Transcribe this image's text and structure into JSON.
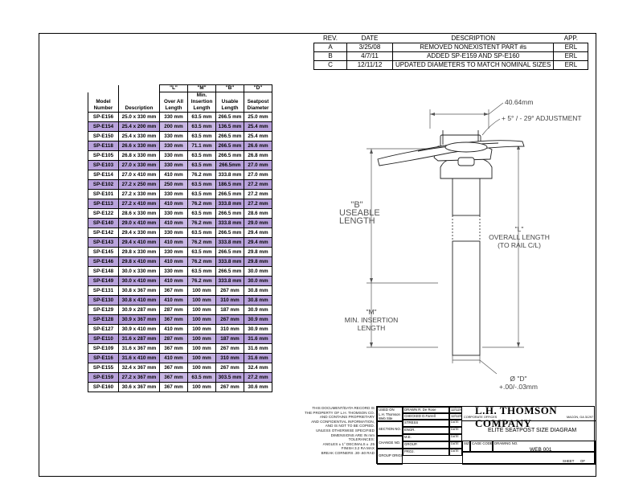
{
  "revisions": {
    "headers": [
      "REV.",
      "DATE",
      "DESCRIPTION",
      "APP."
    ],
    "rows": [
      [
        "A",
        "3/25/08",
        "REMOVED NONEXISTENT PART #s",
        "ERL"
      ],
      [
        "B",
        "4/7/11",
        "ADDED SP-E159 AND SP-E160",
        "ERL"
      ],
      [
        "C",
        "12/11/12",
        "UPDATED DIAMETERS TO MATCH NOMINAL SIZES",
        "ERL"
      ]
    ]
  },
  "size_table": {
    "letters": [
      "\"L\"",
      "\"M\"",
      "\"B\"",
      "\"D\""
    ],
    "headers": {
      "model": [
        "Model",
        "Number"
      ],
      "description": "Description",
      "overall": [
        "Over All",
        "Length"
      ],
      "insertion": [
        "Min.",
        "Insertion",
        "Length"
      ],
      "usable": [
        "Usable",
        "Length"
      ],
      "diameter": [
        "Seatpost",
        "Diameter"
      ]
    },
    "rows": [
      {
        "model": "SP-E156",
        "desc": "25.0 x 330 mm",
        "overall": "330 mm",
        "insertion": "63.5 mm",
        "usable": "266.5 mm",
        "diameter": "25.0 mm",
        "highlight": false
      },
      {
        "model": "SP-E154",
        "desc": "25.4 x 200 mm",
        "overall": "200 mm",
        "insertion": "63.5 mm",
        "usable": "136.5 mm",
        "diameter": "25.4 mm",
        "highlight": true
      },
      {
        "model": "SP-E150",
        "desc": "25.4 x 330 mm",
        "overall": "330 mm",
        "insertion": "63.5 mm",
        "usable": "266.5 mm",
        "diameter": "25.4 mm",
        "highlight": false
      },
      {
        "model": "SP-E118",
        "desc": "26.6 x 330 mm",
        "overall": "330 mm",
        "insertion": "71.1 mm",
        "usable": "266.5 mm",
        "diameter": "26.6 mm",
        "highlight": true
      },
      {
        "model": "SP-E105",
        "desc": "26.8 x 330 mm",
        "overall": "330 mm",
        "insertion": "63.5 mm",
        "usable": "266.5 mm",
        "diameter": "26.8 mm",
        "highlight": false
      },
      {
        "model": "SP-E103",
        "desc": "27.0 x 330 mm",
        "overall": "330 mm",
        "insertion": "63.5 mm",
        "usable": "266.5mm",
        "diameter": "27.0 mm",
        "highlight": true
      },
      {
        "model": "SP-E114",
        "desc": "27.0 x 410 mm",
        "overall": "410 mm",
        "insertion": "76.2 mm",
        "usable": "333.8 mm",
        "diameter": "27.0 mm",
        "highlight": false
      },
      {
        "model": "SP-E102",
        "desc": "27.2 x 250 mm",
        "overall": "250 mm",
        "insertion": "63.5 mm",
        "usable": "186.5 mm",
        "diameter": "27.2 mm",
        "highlight": true
      },
      {
        "model": "SP-E101",
        "desc": "27.2 x 330 mm",
        "overall": "330 mm",
        "insertion": "63.5 mm",
        "usable": "266.5 mm",
        "diameter": "27.2 mm",
        "highlight": false
      },
      {
        "model": "SP-E113",
        "desc": "27.2 x 410 mm",
        "overall": "410 mm",
        "insertion": "76.2 mm",
        "usable": "333.8 mm",
        "diameter": "27.2 mm",
        "highlight": true
      },
      {
        "model": "SP-E122",
        "desc": "28.6 x 330 mm",
        "overall": "330 mm",
        "insertion": "63.5 mm",
        "usable": "266.5 mm",
        "diameter": "28.6 mm",
        "highlight": false
      },
      {
        "model": "SP-E140",
        "desc": "29.0 x 410 mm",
        "overall": "410 mm",
        "insertion": "76.2 mm",
        "usable": "333.8 mm",
        "diameter": "29.0 mm",
        "highlight": true
      },
      {
        "model": "SP-E142",
        "desc": "29.4 x 330 mm",
        "overall": "330 mm",
        "insertion": "63.5 mm",
        "usable": "266.5 mm",
        "diameter": "29.4 mm",
        "highlight": false
      },
      {
        "model": "SP-E143",
        "desc": "29.4 x 410 mm",
        "overall": "410 mm",
        "insertion": "76.2 mm",
        "usable": "333.8 mm",
        "diameter": "29.4 mm",
        "highlight": true
      },
      {
        "model": "SP-E145",
        "desc": "29.8 x 330 mm",
        "overall": "330 mm",
        "insertion": "63.5 mm",
        "usable": "266.5 mm",
        "diameter": "29.8 mm",
        "highlight": false
      },
      {
        "model": "SP-E146",
        "desc": "29.8 x 410 mm",
        "overall": "410 mm",
        "insertion": "76.2 mm",
        "usable": "333.8 mm",
        "diameter": "29.8 mm",
        "highlight": true
      },
      {
        "model": "SP-E148",
        "desc": "30.0 x 330 mm",
        "overall": "330 mm",
        "insertion": "63.5 mm",
        "usable": "266.5 mm",
        "diameter": "30.0 mm",
        "highlight": false
      },
      {
        "model": "SP-E149",
        "desc": "30.0 x 410 mm",
        "overall": "410 mm",
        "insertion": "76.2 mm",
        "usable": "333.8 mm",
        "diameter": "30.0 mm",
        "highlight": true
      },
      {
        "model": "SP-E131",
        "desc": "30.8 x 367 mm",
        "overall": "367 mm",
        "insertion": "100 mm",
        "usable": "267 mm",
        "diameter": "30.8 mm",
        "highlight": false
      },
      {
        "model": "SP-E130",
        "desc": "30.8 x 410 mm",
        "overall": "410 mm",
        "insertion": "100 mm",
        "usable": "310 mm",
        "diameter": "30.8 mm",
        "highlight": true
      },
      {
        "model": "SP-E129",
        "desc": "30.9 x 287 mm",
        "overall": "287 mm",
        "insertion": "100 mm",
        "usable": "187 mm",
        "diameter": "30.9 mm",
        "highlight": false
      },
      {
        "model": "SP-E128",
        "desc": "30.9 x 367 mm",
        "overall": "367 mm",
        "insertion": "100 mm",
        "usable": "267 mm",
        "diameter": "30.9 mm",
        "highlight": true
      },
      {
        "model": "SP-E127",
        "desc": "30.9 x 410 mm",
        "overall": "410 mm",
        "insertion": "100 mm",
        "usable": "310 mm",
        "diameter": "30.9 mm",
        "highlight": false
      },
      {
        "model": "SP-E110",
        "desc": "31.6 x 287 mm",
        "overall": "287 mm",
        "insertion": "100 mm",
        "usable": "187 mm",
        "diameter": "31.6 mm",
        "highlight": true
      },
      {
        "model": "SP-E109",
        "desc": "31.6 x 367 mm",
        "overall": "367 mm",
        "insertion": "100 mm",
        "usable": "267 mm",
        "diameter": "31.6 mm",
        "highlight": false
      },
      {
        "model": "SP-E116",
        "desc": "31.6 x 410 mm",
        "overall": "410 mm",
        "insertion": "100 mm",
        "usable": "310 mm",
        "diameter": "31.6 mm",
        "highlight": true
      },
      {
        "model": "SP-E155",
        "desc": "32.4 x 367 mm",
        "overall": "367 mm",
        "insertion": "100 mm",
        "usable": "267 mm",
        "diameter": "32.4 mm",
        "highlight": false
      },
      {
        "model": "SP-E159",
        "desc": "27.2 x 367 mm",
        "overall": "367 mm",
        "insertion": "63.5 mm",
        "usable": "303.5 mm",
        "diameter": "27.2 mm",
        "highlight": true
      },
      {
        "model": "SP-E160",
        "desc": "30.6 x 367 mm",
        "overall": "367 mm",
        "insertion": "100 mm",
        "usable": "267 mm",
        "diameter": "30.6 mm",
        "highlight": false
      }
    ]
  },
  "diagram": {
    "clamp_width": "40.64mm",
    "adjustment": "+ 5° / - 29° ADJUSTMENT",
    "b_letter": "\"B\"",
    "b_line1": "USEABLE",
    "b_line2": "LENGTH",
    "l_letter": "\"L\"",
    "l_line1": "OVERALL LENGTH",
    "l_line2": "(TO RAIL C/L)",
    "m_letter": "\"M\"",
    "m_line1": "MIN. INSERTION",
    "m_line2": "LENGTH",
    "d_letter": "Ø \"D\"",
    "d_tolerance": "+.00/-.03mm"
  },
  "title_block": {
    "notes": [
      "THIS DOCUMENT/DATA RECORD IS",
      "THE PROPERTY OF L.H. THOMSON CO.",
      "AND CONTAINS PROPRIETARY",
      "AND CONFIDENTIAL INFORMATION,",
      "AND IS NOT TO BE COPIED.",
      "UNLESS OTHERWISE SPECIFIED",
      "DIMENSIONS ARE IN mm",
      "TOLERANCES:",
      "ANGLES ± 1°  DECIMALS ± .25",
      "FINISH 3.2 RA MAX",
      "BREAK CORNERS .30-.60 RAD"
    ],
    "used_on": "USED ON",
    "used_on_value": "L.H. Thomson Web Site",
    "section_no": "SECTION NO.",
    "change_no": "CHANGE NO.",
    "group_origin": "GROUP ORIGIN",
    "drawn": "DRAWN",
    "drawn_by": "R. De Rose",
    "drawn_date": "12/12/04",
    "checked": "CHECKED",
    "checked_by": "D.Farrell",
    "checked_date": "12/12/04",
    "stress": "STRESS",
    "engr": "ENGR.",
    "mfg": "M.E.",
    "group": "GROUP.",
    "proj": "PROJ.",
    "date": "DATE",
    "corporate_offices": "CORPORATE OFFICES",
    "location": "MACON, GA 31297",
    "company": "L.H. THOMSON COMPANY",
    "drawing_title": "ELITE SEATPOST SIZE DIAGRAM",
    "size": "SIZE",
    "cage_code": "CAGE CODE",
    "drawing_no": "DRAWING NO.",
    "drawing_no_value": "WEB 001",
    "sheet": "SHEET",
    "of": "OF"
  }
}
